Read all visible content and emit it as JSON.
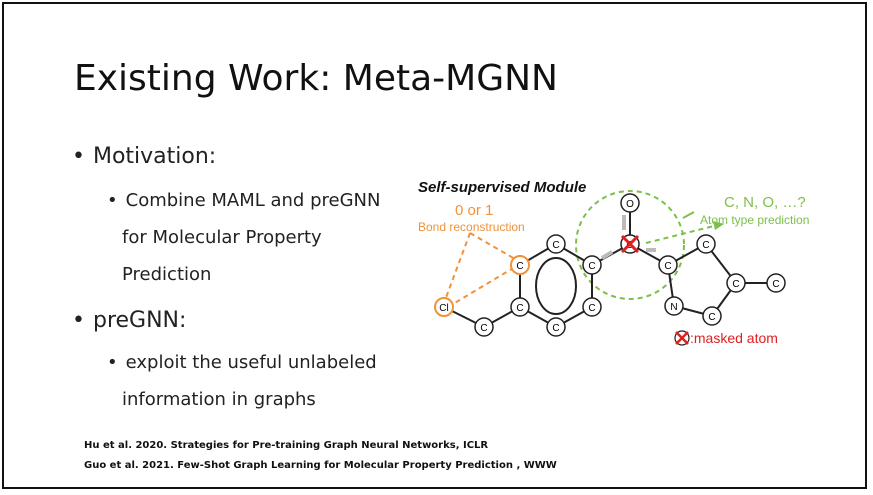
{
  "slide": {
    "title": "Existing Work: Meta-MGNN",
    "bullets": [
      {
        "text": "Motivation:",
        "sub": [
          "Combine MAML and preGNN",
          "for Molecular Property",
          "Prediction"
        ]
      },
      {
        "text": "preGNN:",
        "sub": [
          "exploit the useful unlabeled",
          "information in graphs"
        ]
      }
    ],
    "references": [
      "Hu et al. 2020. Strategies for Pre-training Graph Neural Networks, ICLR",
      "Guo et al. 2021. Few-Shot Graph Learning for Molecular Property Prediction , WWW"
    ]
  },
  "figure": {
    "title": "Self-supervised Module",
    "bond_value": "0 or 1",
    "bond_label": "Bond reconstruction",
    "atom_value": "C, N, O, …?",
    "atom_label": "Atom type prediction",
    "legend_label": ":masked atom",
    "atom_C": "C",
    "atom_N": "N",
    "atom_O": "O",
    "atom_Cl": "Cl",
    "colors": {
      "orange": "#f0923a",
      "green": "#7cbf4a",
      "red": "#e02020"
    }
  }
}
